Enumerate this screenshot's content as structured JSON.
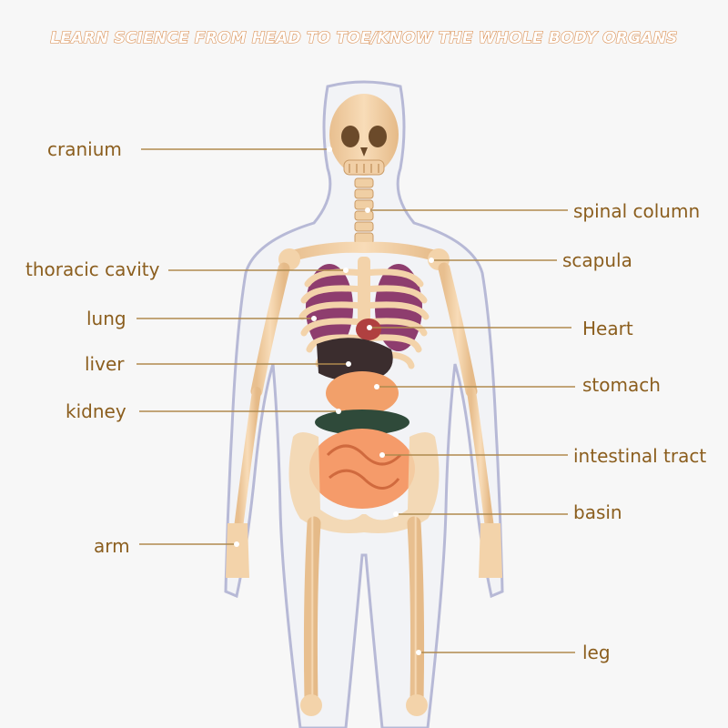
{
  "headline": "LEARN SCIENCE FROM HEAD TO TOE/KNOW THE WHOLE BODY ORGANS",
  "colors": {
    "label_text": "#8b5e1e",
    "leader_line": "#b08a4e",
    "headline_stroke": "#d98a4a",
    "bone": "#f3d3aa"
  },
  "labels": {
    "cranium": "cranium",
    "thoracic_cavity": "thoracic cavity",
    "lung": "lung",
    "liver": "liver",
    "kidney": "kidney",
    "arm": "arm",
    "spinal_column": "spinal column",
    "scapula": "scapula",
    "heart": "Heart",
    "stomach": "stomach",
    "intestinal_tract": "intestinal tract",
    "basin": "basin",
    "leg": "leg"
  }
}
